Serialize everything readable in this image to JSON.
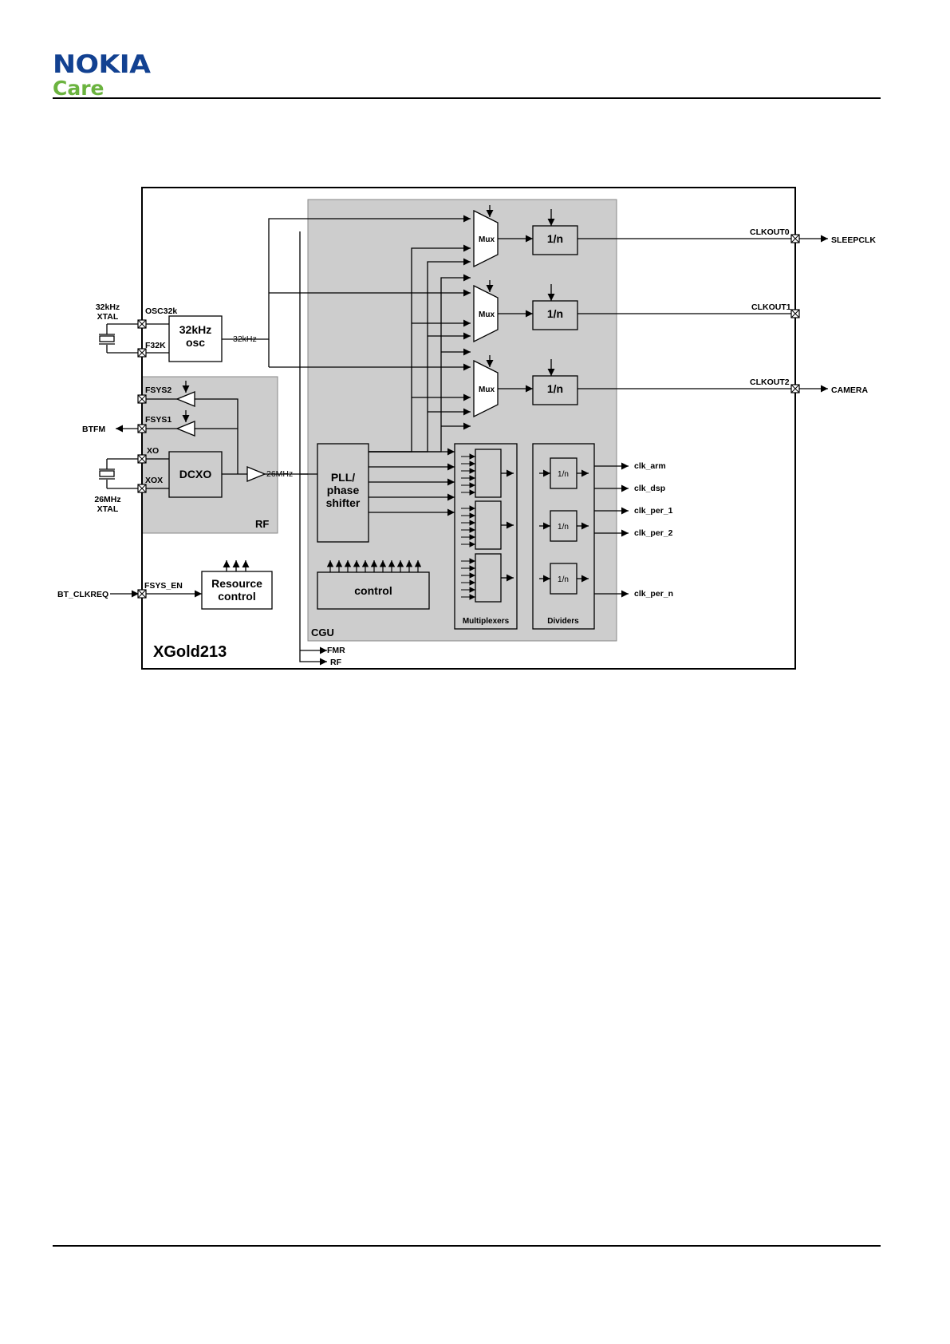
{
  "header": {
    "brand": "NOKIA",
    "sub_brand": "Care"
  },
  "diagram": {
    "chip_name": "XGold213",
    "region_rf": "RF",
    "region_cgu": "CGU",
    "blocks": {
      "osc32_line1": "32kHz",
      "osc32_line2": "osc",
      "dcxo": "DCXO",
      "pll_line1": "PLL/",
      "pll_line2": "phase",
      "pll_line3": "shifter",
      "control": "control",
      "resource_line1": "Resource",
      "resource_line2": "control",
      "mux": "Mux",
      "div": "1/n",
      "small_div": "1/n",
      "multiplexers": "Multiplexers",
      "dividers": "Dividers"
    },
    "pins": {
      "osc32k": "OSC32k",
      "f32k": "F32K",
      "fsys2": "FSYS2",
      "fsys1": "FSYS1",
      "xo": "XO",
      "xox": "XOX",
      "fsys_en": "FSYS_EN",
      "clkout0": "CLKOUT0",
      "clkout1": "CLKOUT1",
      "clkout2": "CLKOUT2"
    },
    "external": {
      "xtal32_line1": "32kHz",
      "xtal32_line2": "XTAL",
      "xtal26_line1": "26MHz",
      "xtal26_line2": "XTAL",
      "btfm": "BTFM",
      "bt_clkreq": "BT_CLKREQ",
      "sleepclk": "SLEEPCLK",
      "camera": "CAMERA"
    },
    "signals": {
      "f32khz": "32kHz",
      "f26mhz": "26MHz",
      "fmr": "FMR",
      "rf": "RF"
    },
    "clock_outputs": [
      "clk_arm",
      "clk_dsp",
      "clk_per_1",
      "clk_per_2",
      "clk_per_n"
    ]
  }
}
